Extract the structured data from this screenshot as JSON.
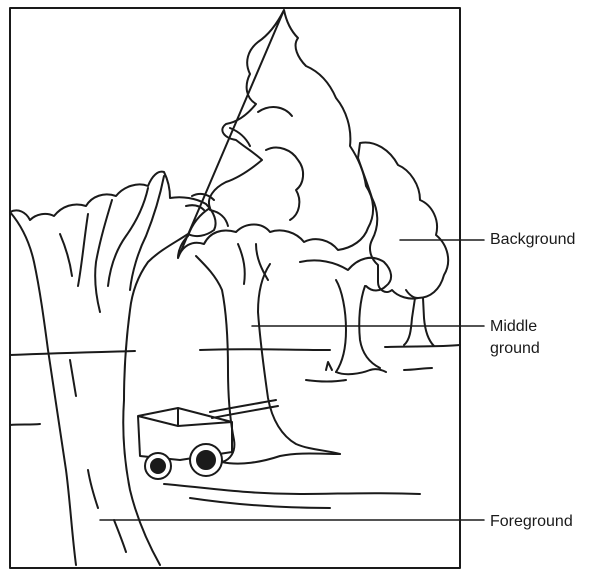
{
  "labels": {
    "background": "Background",
    "middle_ground_line1": "Middle",
    "middle_ground_line2": "ground",
    "foreground": "Foreground"
  },
  "colors": {
    "ink": "#1a1a1a",
    "paper": "#ffffff"
  }
}
